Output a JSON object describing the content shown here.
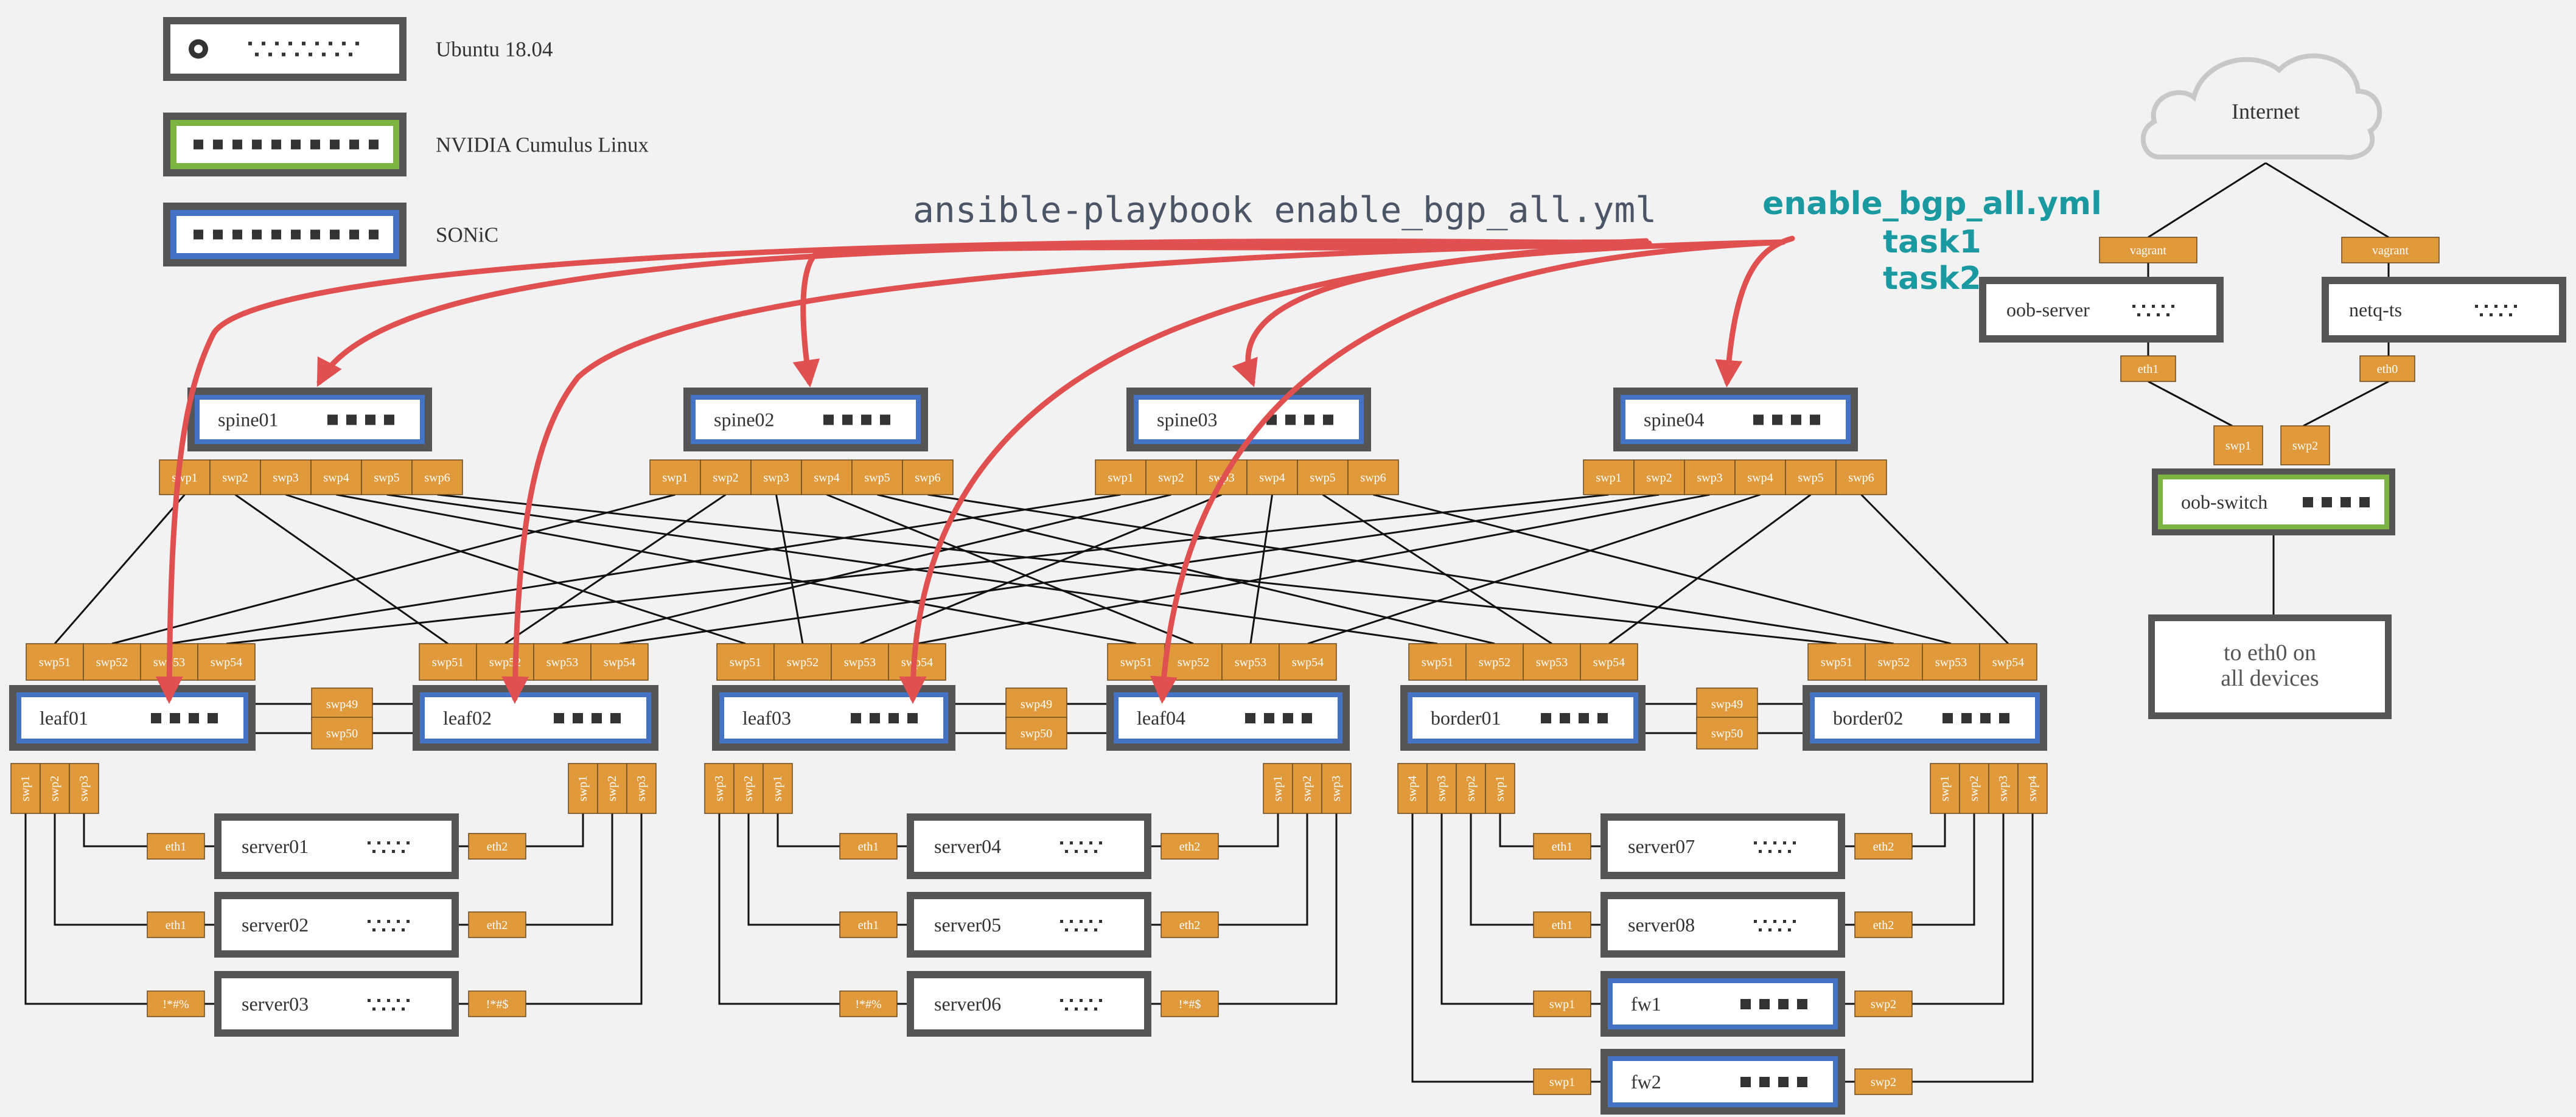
{
  "legend": [
    {
      "label": "Ubuntu 18.04",
      "kind": "ubuntu"
    },
    {
      "label": "NVIDIA Cumulus Linux",
      "kind": "cumulus"
    },
    {
      "label": "SONiC",
      "kind": "sonic"
    }
  ],
  "command": "ansible-playbook enable_bgp_all.yml",
  "playbook": {
    "file": "enable_bgp_all.yml",
    "tasks": [
      "task1",
      "task2"
    ]
  },
  "cloud": "Internet",
  "eth0_note": [
    "to eth0 on",
    "all devices"
  ],
  "colors": {
    "port": "#e09a3c",
    "sonic": "#4472c4",
    "cumulus": "#7cb342",
    "ubuntu_frame": "#555555",
    "arrow": "#e05050",
    "teal": "#1a9aa0"
  },
  "spines": [
    {
      "name": "spine01",
      "ports": [
        "swp1",
        "swp2",
        "swp3",
        "swp4",
        "swp5",
        "swp6"
      ]
    },
    {
      "name": "spine02",
      "ports": [
        "swp1",
        "swp2",
        "swp3",
        "swp4",
        "swp5",
        "swp6"
      ]
    },
    {
      "name": "spine03",
      "ports": [
        "swp1",
        "swp2",
        "swp3",
        "swp4",
        "swp5",
        "swp6"
      ]
    },
    {
      "name": "spine04",
      "ports": [
        "swp1",
        "swp2",
        "swp3",
        "swp4",
        "swp5",
        "swp6"
      ]
    }
  ],
  "leaves": [
    {
      "name": "leaf01",
      "uplinks": [
        "swp51",
        "swp52",
        "swp53",
        "swp54"
      ],
      "down": [
        "swp1",
        "swp2",
        "swp3"
      ]
    },
    {
      "name": "leaf02",
      "uplinks": [
        "swp51",
        "swp52",
        "swp53",
        "swp54"
      ],
      "down": [
        "swp1",
        "swp2",
        "swp3"
      ]
    },
    {
      "name": "leaf03",
      "uplinks": [
        "swp51",
        "swp52",
        "swp53",
        "swp54"
      ],
      "down": [
        "swp3",
        "swp2",
        "swp1"
      ]
    },
    {
      "name": "leaf04",
      "uplinks": [
        "swp51",
        "swp52",
        "swp53",
        "swp54"
      ],
      "down": [
        "swp1",
        "swp2",
        "swp3"
      ]
    },
    {
      "name": "border01",
      "uplinks": [
        "swp51",
        "swp52",
        "swp53",
        "swp54"
      ],
      "down": [
        "swp4",
        "swp3",
        "swp2",
        "swp1"
      ]
    },
    {
      "name": "border02",
      "uplinks": [
        "swp51",
        "swp52",
        "swp53",
        "swp54"
      ],
      "down": [
        "swp1",
        "swp2",
        "swp3",
        "swp4"
      ]
    }
  ],
  "peerlinks": [
    "swp49",
    "swp50"
  ],
  "servers": [
    {
      "name": "server01",
      "left": "eth1",
      "right": "eth2"
    },
    {
      "name": "server02",
      "left": "eth1",
      "right": "eth2"
    },
    {
      "name": "server03",
      "left": "!*#%",
      "right": "!*#$"
    },
    {
      "name": "server04",
      "left": "eth1",
      "right": "eth2"
    },
    {
      "name": "server05",
      "left": "eth1",
      "right": "eth2"
    },
    {
      "name": "server06",
      "left": "!*#%",
      "right": "!*#$"
    },
    {
      "name": "server07",
      "left": "eth1",
      "right": "eth2"
    },
    {
      "name": "server08",
      "left": "eth1",
      "right": "eth2"
    },
    {
      "name": "fw1",
      "left": "swp1",
      "right": "swp2"
    },
    {
      "name": "fw2",
      "left": "swp1",
      "right": "swp2"
    }
  ],
  "oob": {
    "server": {
      "name": "oob-server",
      "uplink": "vagrant",
      "port": "eth1"
    },
    "netq": {
      "name": "netq-ts",
      "uplink": "vagrant",
      "port": "eth0"
    },
    "switch": {
      "name": "oob-switch",
      "ports": [
        "swp1",
        "swp2"
      ]
    }
  }
}
